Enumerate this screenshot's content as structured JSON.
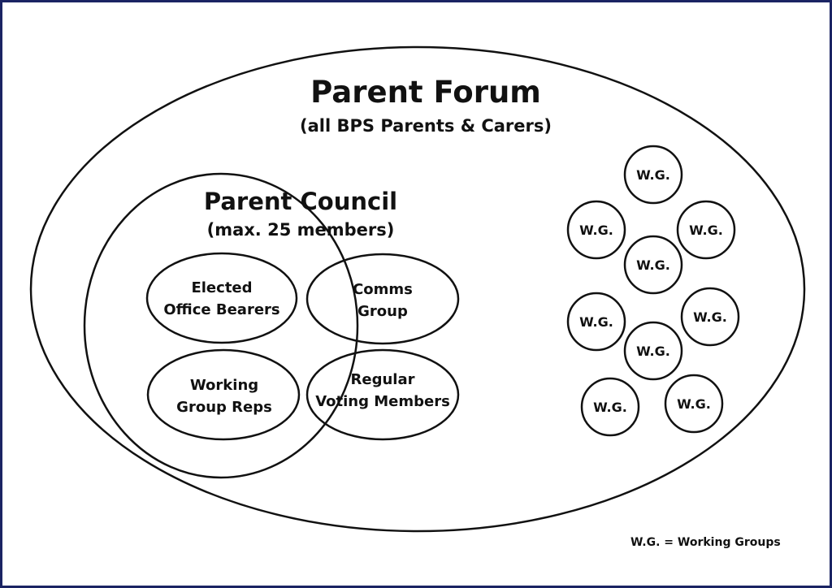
{
  "forum": {
    "title": "Parent Forum",
    "subtitle": "(all BPS Parents & Carers)"
  },
  "council": {
    "title": "Parent Council",
    "subtitle": "(max. 25 members)"
  },
  "groups": [
    {
      "line1": "Elected",
      "line2": "Office Bearers"
    },
    {
      "line1": "Comms",
      "line2": "Group"
    },
    {
      "line1": "Working",
      "line2": "Group Reps"
    },
    {
      "line1": "Regular",
      "line2": "Voting Members"
    }
  ],
  "working_groups": [
    "W.G.",
    "W.G.",
    "W.G.",
    "W.G.",
    "W.G.",
    "W.G.",
    "W.G.",
    "W.G.",
    "W.G."
  ],
  "legend": "W.G. = Working Groups",
  "colors": {
    "border": "#1b2463",
    "stroke": "#111111"
  }
}
